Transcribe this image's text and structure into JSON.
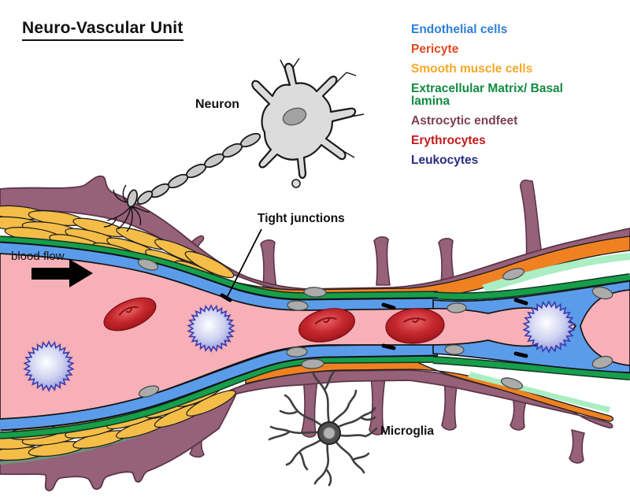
{
  "title": "Neuro-Vascular Unit",
  "legend": {
    "items": [
      {
        "label": "Endothelial cells",
        "color": "#2e7fd8"
      },
      {
        "label": "Pericyte",
        "color": "#e2481f"
      },
      {
        "label": "Smooth muscle cells",
        "color": "#f5a826"
      },
      {
        "label": "Extracellular Matrix/ Basal lamina",
        "color": "#128a42"
      },
      {
        "label": "Astrocytic endfeet",
        "color": "#7d3f55"
      },
      {
        "label": "Erythrocytes",
        "color": "#c41a1c"
      },
      {
        "label": "Leukocytes",
        "color": "#282c83"
      }
    ]
  },
  "annotations": {
    "neuron": "Neuron",
    "tight_junctions": "Tight junctions",
    "blood_flow": "blood flow",
    "microglia": "Microglia"
  },
  "diagram": {
    "colors": {
      "lumen": "#f7b0b7",
      "endothelium": "#5b9cea",
      "ecm_green": "#179e4b",
      "smooth_muscle": "#f3bd48",
      "pericyte_orange": "#f08122",
      "astrocyte_maroon": "#966179",
      "astrocyte_outline": "#5c3648",
      "mint_lamina": "#aaeec4",
      "sage_line": "#6d9478",
      "erythrocyte": "#c6272e",
      "leukocyte_edge": "#3a3bae",
      "nucleus_gray": "#ababab",
      "neuron_gray": "#dcdcdc",
      "microglia_gray": "#4f4f4f",
      "text": "#111111"
    },
    "cells": {
      "erythrocyte_count": 3,
      "leukocyte_count": 3
    }
  }
}
